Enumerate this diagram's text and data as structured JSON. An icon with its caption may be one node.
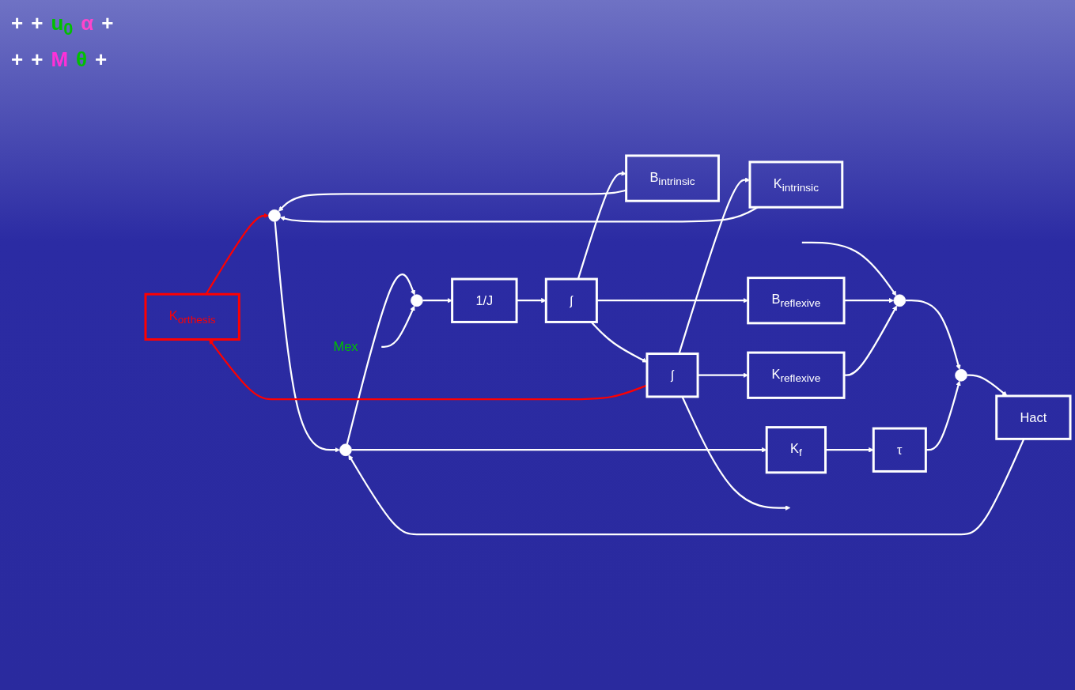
{
  "diagram": {
    "nodes": [
      {
        "text": [
          "K$_{orthesis}$"
        ]
      },
      {
        "text": [
          "K$_{intrinsic}$"
        ]
      },
      {
        "text": [
          "B$_{intrinsic}$"
        ]
      },
      {
        "text": [],
        "shape": "circle"
      },
      {
        "text": [
          "Mex"
        ]
      },
      {
        "text": [],
        "shape": "circle"
      },
      {
        "text": [],
        "shape": "circle"
      },
      {
        "text": [
          "Hact"
        ]
      },
      {
        "text": [],
        "shape": "circle"
      },
      {
        "text": [],
        "shape": "circle"
      },
      {
        "text": [
          "1/J"
        ]
      },
      {
        "text": [
          "∫"
        ]
      },
      {
        "text": [
          "∫"
        ]
      },
      {
        "text": [
          "τ"
        ]
      },
      {
        "text": [
          "K$_{f}$"
        ]
      },
      {
        "text": [
          "B$_{reflexive}$"
        ]
      },
      {
        "text": [
          "K$_{reflexive}$"
        ]
      }
    ],
    "edges": [
      {
        "from": null,
        "to": 5,
        "arrow": "to"
      },
      {
        "from": 5,
        "to": 6,
        "arrow": "to"
      },
      {
        "from": 6,
        "to": 7,
        "arrow": "to"
      },
      {
        "from": 7,
        "to": 8,
        "arrow": "to"
      },
      {
        "from": 3,
        "to": 8,
        "arrow": "to"
      },
      {
        "from": 8,
        "to": 9,
        "arrow": "to"
      },
      {
        "from": 4,
        "to": 9,
        "arrow": "to"
      },
      {
        "from": 9,
        "to": 10,
        "arrow": "to"
      },
      {
        "from": 10,
        "to": 11,
        "arrow": "to"
      },
      {
        "from": 11,
        "to": 12,
        "arrow": "to"
      },
      {
        "from": 12,
        "to": null,
        "arrow": "to"
      },
      {
        "from": 8,
        "to": 14,
        "arrow": "to"
      },
      {
        "from": 14,
        "to": 13,
        "arrow": "to"
      },
      {
        "from": 13,
        "to": 6,
        "arrow": "to"
      },
      {
        "from": 11,
        "to": 2,
        "arrow": "to"
      },
      {
        "from": 11,
        "to": 15,
        "arrow": "to"
      },
      {
        "from": 15,
        "to": 5,
        "arrow": "to"
      },
      {
        "from": 12,
        "to": 1,
        "arrow": "to"
      },
      {
        "from": 12,
        "to": 0,
        "arrow": "to",
        "color": "#ff0000"
      },
      {
        "from": 12,
        "to": 16,
        "arrow": "to"
      },
      {
        "from": 16,
        "to": 5,
        "arrow": "to"
      },
      {
        "from": 1,
        "to": 3,
        "arrow": "to"
      },
      {
        "from": 0,
        "to": 3,
        "arrow": "to",
        "color": "#ff0000"
      },
      {
        "from": 2,
        "to": 3,
        "arrow": "to"
      }
    ],
    "labels": [
      "+",
      "+",
      "u$_{0}$",
      "α",
      "+",
      "+",
      "+",
      "M",
      "θ",
      "+"
    ]
  }
}
